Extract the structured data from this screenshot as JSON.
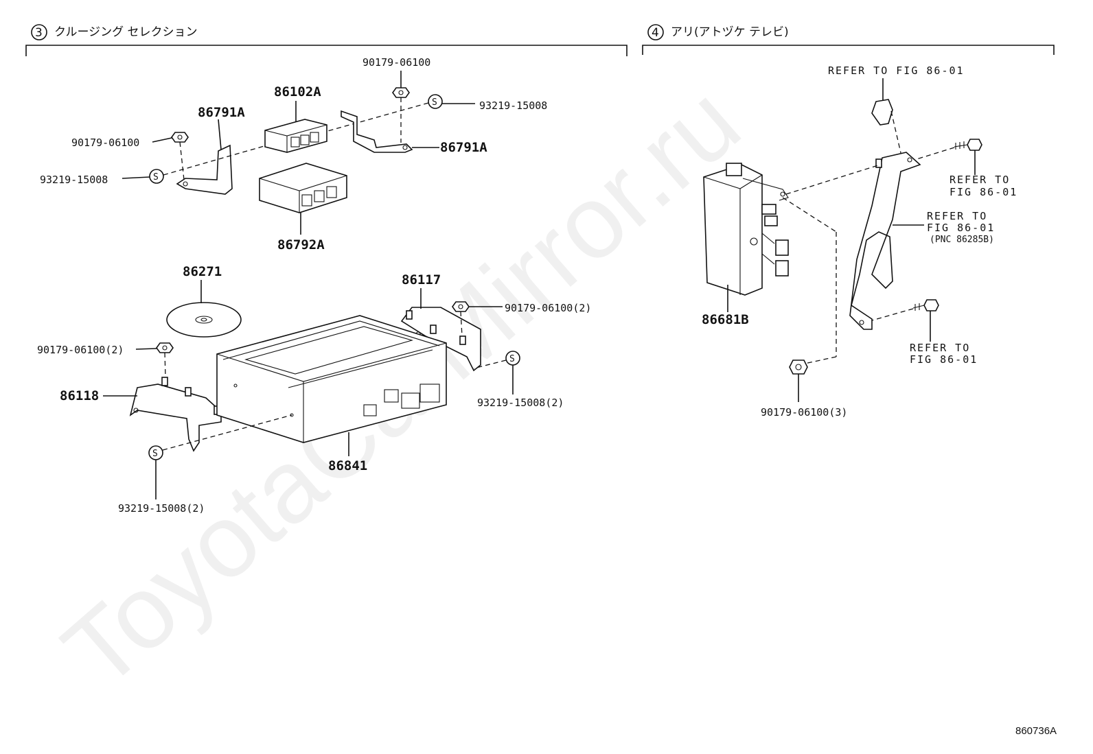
{
  "watermark": "ToyotaCarMirror.ru",
  "figure_code": "860736A",
  "sections": [
    {
      "number": "3",
      "title": "クルージング セレクション"
    },
    {
      "number": "4",
      "title": "アリ(アトヅケ テレビ)"
    }
  ],
  "parts": {
    "p90179_top": "90179-06100",
    "p86102A": "86102A",
    "p93219_top": "93219-15008",
    "p86791A_left": "86791A",
    "p90179_left": "90179-06100",
    "p86791A_right": "86791A",
    "p93219_left": "93219-15008",
    "p86792A": "86792A",
    "p86271": "86271",
    "p86117": "86117",
    "p90179_2_right": "90179-06100(2)",
    "p90179_2_left": "90179-06100(2)",
    "p86118": "86118",
    "p93219_2_right": "93219-15008(2)",
    "p86841": "86841",
    "p93219_2_bottom": "93219-15008(2)",
    "p86681B": "86681B",
    "p90179_3": "90179-06100(3)"
  },
  "refs": {
    "ref1": "REFER TO FIG 86-01",
    "ref2_a": "REFER TO",
    "ref2_b": "FIG 86-01",
    "ref3_a": "REFER TO",
    "ref3_b": "FIG 86-01",
    "ref3_c": "(PNC 86285B)",
    "ref4_a": "REFER TO",
    "ref4_b": "FIG 86-01"
  },
  "symbols": {
    "s": "S"
  }
}
